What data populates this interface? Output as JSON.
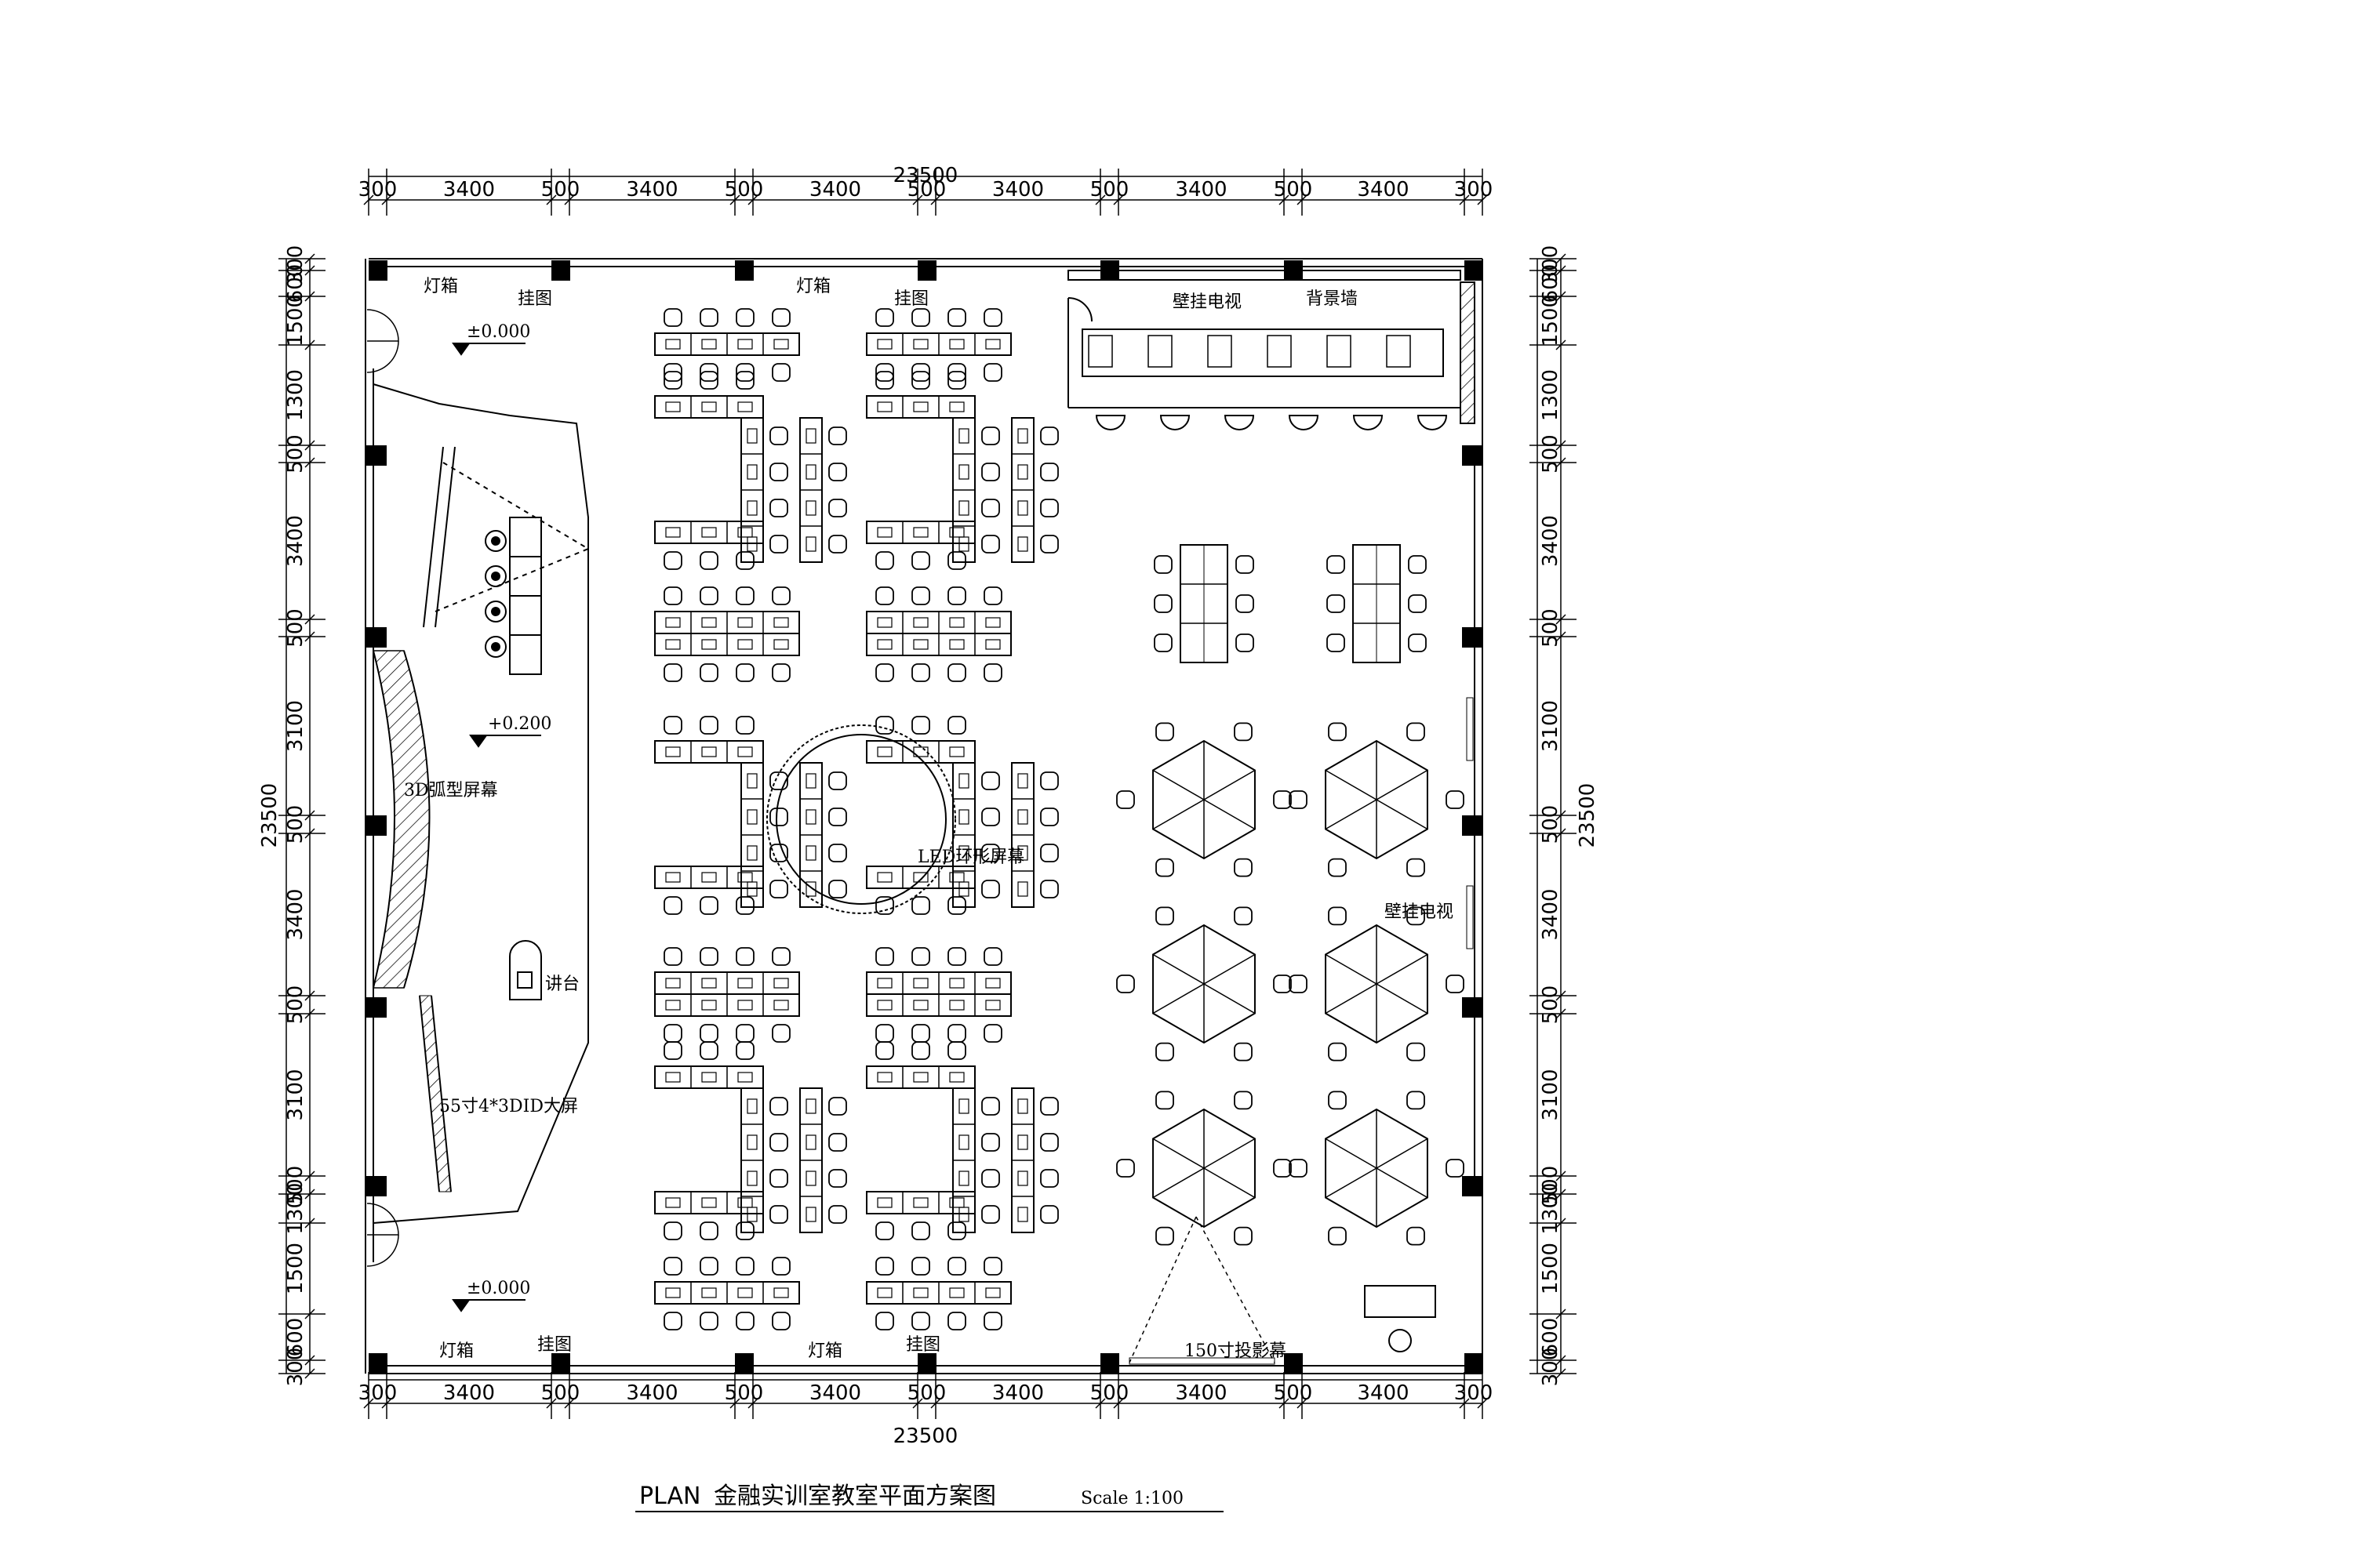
{
  "drawing": {
    "title_prefix": "PLAN",
    "title_cn": "金融实训室教室平面方案图",
    "scale": "Scale 1:100"
  },
  "dimensions": {
    "overall": "23500",
    "horizontal": [
      "300",
      "3400",
      "500",
      "3400",
      "500",
      "3400",
      "500",
      "3400",
      "500",
      "3400",
      "500",
      "3400",
      "300"
    ],
    "vertical": [
      "300",
      "600",
      "1500",
      "1300",
      "500",
      "3400",
      "500",
      "3100",
      "500",
      "3400",
      "500",
      "3100",
      "500",
      "1300",
      "1500",
      "600",
      "300"
    ]
  },
  "labels": {
    "lightbox": "灯箱",
    "hanging_chart": "挂图",
    "level_zero": "±0.000",
    "level_stage": "+0.200",
    "curved_screen": "3D弧型屏幕",
    "podium": "讲台",
    "big_screen": "55寸4*3DID大屏",
    "led_screen": "LED环形屏幕",
    "wall_tv": "壁挂电视",
    "back_wall": "背景墙",
    "projection_screen": "150寸投影幕"
  },
  "colors": {
    "line": "#000000",
    "hatch": "#000000",
    "background": "#ffffff"
  }
}
